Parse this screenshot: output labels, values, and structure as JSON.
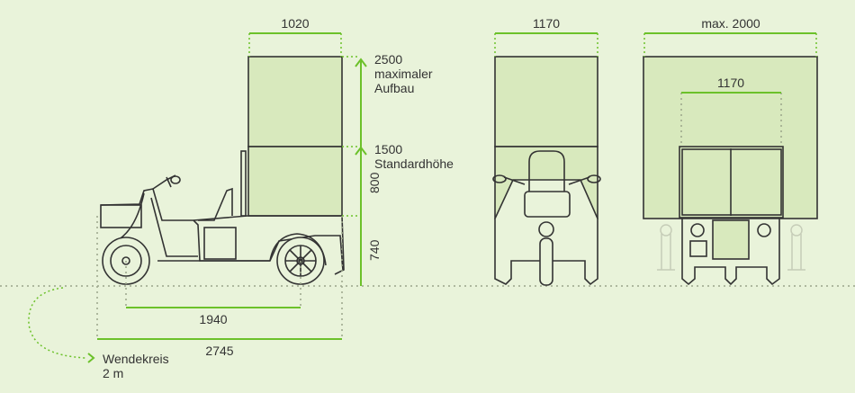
{
  "side_view": {
    "width_label": "1020",
    "max_height_value": "2500",
    "max_height_text1": "maximaler",
    "max_height_text2": "Aufbau",
    "std_height_value": "1500",
    "std_height_text": "Standardhöhe",
    "box_lower_height": "800",
    "deck_height": "740",
    "wheelbase": "1940",
    "total_length": "2745",
    "turning_label": "Wendekreis",
    "turning_value": "2 m"
  },
  "front_view": {
    "width_label": "1170"
  },
  "rear_view": {
    "max_width_label": "max. 2000",
    "inner_width_label": "1170"
  },
  "colors": {
    "accent": "#6cc12a",
    "background": "#e9f3da",
    "box_fill": "#d8e9bd",
    "line": "#333333"
  }
}
